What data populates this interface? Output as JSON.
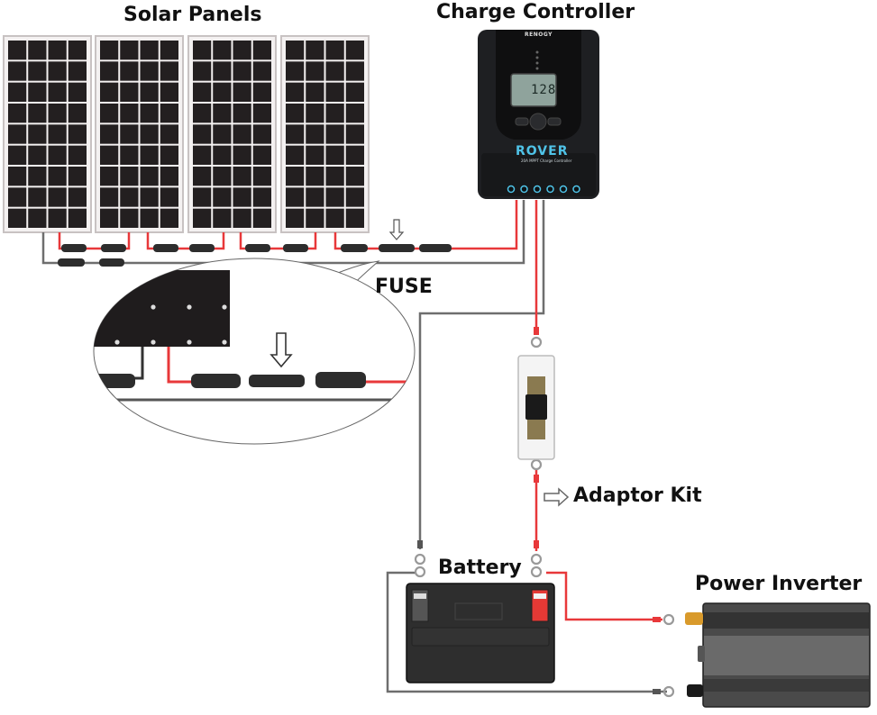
{
  "title": "Solar Power System Wiring Diagram",
  "labels": {
    "solar_panels": "Solar Panels",
    "charge_controller": "Charge Controller",
    "fuse": "FUSE",
    "adaptor_kit": "Adaptor Kit",
    "battery": "Battery",
    "power_inverter": "Power Inverter"
  },
  "controller": {
    "brand": "RENOGY",
    "model": "ROVER",
    "model_sub": "20A MPPT Charge Controller",
    "lcd_value": "128",
    "terminal_count": 6
  },
  "solar_panels": {
    "count": 4,
    "cell_columns": 4,
    "cell_rows": 9
  },
  "colors": {
    "positive_wire": "#e8383a",
    "negative_wire": "#6e6e6e",
    "panel_cell": "#231f20",
    "panel_frame": "#c8c2c2",
    "controller_body": "#1e1f22",
    "controller_accent": "#4fc3e8",
    "battery_body": "#2e2e2e",
    "battery_positive": "#e53935",
    "inverter_body": "#4a4a4a",
    "fuse_body": "#efefef"
  },
  "connections": [
    {
      "from": "Solar Panels",
      "to": "Charge Controller",
      "polarity": "positive",
      "via": "FUSE"
    },
    {
      "from": "Solar Panels",
      "to": "Charge Controller",
      "polarity": "negative"
    },
    {
      "from": "Charge Controller",
      "to": "Battery",
      "polarity": "positive",
      "via": "Adaptor Kit"
    },
    {
      "from": "Charge Controller",
      "to": "Battery",
      "polarity": "negative"
    },
    {
      "from": "Battery",
      "to": "Power Inverter",
      "polarity": "positive"
    },
    {
      "from": "Battery",
      "to": "Power Inverter",
      "polarity": "negative"
    }
  ]
}
